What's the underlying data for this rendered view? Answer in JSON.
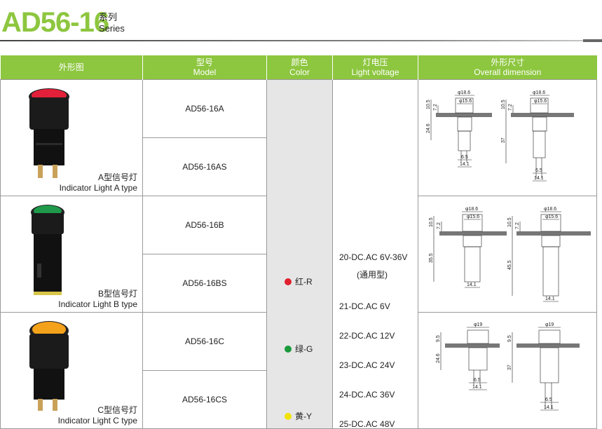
{
  "header": {
    "title": "AD56-16",
    "series_cn": "系列",
    "series_en": "Series"
  },
  "columns": [
    {
      "cn": "外形图",
      "en": ""
    },
    {
      "cn": "型号",
      "en": "Model"
    },
    {
      "cn": "颜色",
      "en": "Color"
    },
    {
      "cn": "灯电压",
      "en": "Light voltage"
    },
    {
      "cn": "外形尺寸",
      "en": "Overall dimension"
    }
  ],
  "rows": [
    {
      "type_cn": "A型信号灯",
      "type_en": "Indicator Light A type",
      "lens_color": "#e2203a",
      "models": [
        "AD56-16A",
        "AD56-16AS"
      ]
    },
    {
      "type_cn": "B型信号灯",
      "type_en": "Indicator Light B type",
      "lens_color": "#1e9a4a",
      "models": [
        "AD56-16B",
        "AD56-16BS"
      ]
    },
    {
      "type_cn": "C型信号灯",
      "type_en": "Indicator Light C type",
      "lens_color": "#f5a21b",
      "models": [
        "AD56-16C",
        "AD56-16CS"
      ]
    }
  ],
  "colors": [
    {
      "label": "红-R",
      "hex": "#e0202e"
    },
    {
      "label": "绿-G",
      "hex": "#1a9a3c"
    },
    {
      "label": "黄-Y",
      "hex": "#f2e200"
    }
  ],
  "voltages": [
    "20-DC.AC  6V-36V",
    "(通用型)",
    "21-DC.AC  6V",
    "22-DC.AC  12V",
    "23-DC.AC  24V",
    "24-DC.AC  36V",
    "25-DC.AC  48V"
  ],
  "dimensions": {
    "A": {
      "d1": "φ18.6",
      "d2": "φ15.6",
      "h1": "10.5",
      "h2": "7.2",
      "len_left": "24.6",
      "len_right": "37",
      "w1": "6.5",
      "w2": "14.1"
    },
    "B": {
      "d1": "φ18.6",
      "d2": "φ15.6",
      "h1": "10.5",
      "h2": "7.2",
      "len_left": "35.5",
      "len_right": "45.5",
      "w2": "14.1"
    },
    "C": {
      "d1": "φ19",
      "h1": "9.5",
      "len_left": "24.6",
      "len_right": "37",
      "w1": "6.5",
      "w2": "14.1"
    }
  }
}
